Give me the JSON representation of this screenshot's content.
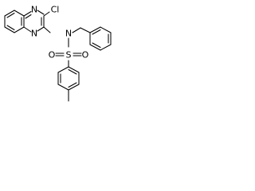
{
  "molecule": {
    "atoms": {
      "n_ring_top": "N",
      "cl": "Cl",
      "n_ring_bottom": "N",
      "n_sulfonamide": "N",
      "o_left": "O",
      "s": "S",
      "o_right": "O"
    }
  }
}
